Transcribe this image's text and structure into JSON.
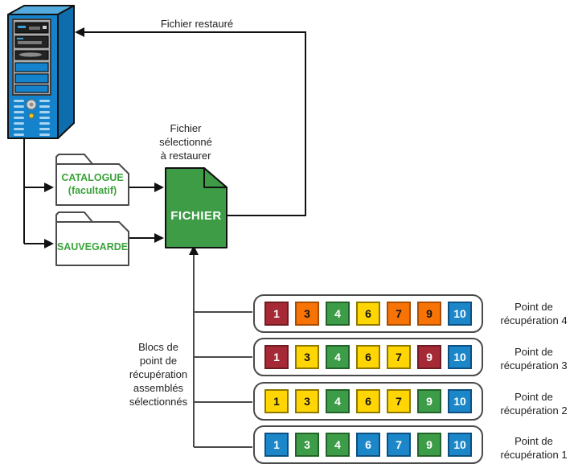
{
  "labels": {
    "restored_file": "Fichier restauré",
    "selected_file_lines": [
      "Fichier",
      "sélectionné",
      "à restaurer"
    ],
    "assembled_blocks_lines": [
      "Blocs de",
      "point de",
      "récupération",
      "assemblés",
      "sélectionnés"
    ]
  },
  "icons": {
    "server": "server-tower-icon",
    "folder": "folder-icon",
    "document": "file-document-icon"
  },
  "folders": [
    {
      "id": "catalogue",
      "line1": "CATALOGUE",
      "line2": "(facultatif)"
    },
    {
      "id": "sauvegarde",
      "line1": "SAUVEGARDE",
      "line2": ""
    }
  ],
  "document": {
    "label": "FICHIER"
  },
  "recovery_points": [
    {
      "label_lines": [
        "Point de",
        "récupération 4"
      ],
      "blocks": [
        {
          "value": "1",
          "color": "darkred"
        },
        {
          "value": "3",
          "color": "orange"
        },
        {
          "value": "4",
          "color": "green"
        },
        {
          "value": "6",
          "color": "yellow"
        },
        {
          "value": "7",
          "color": "orange"
        },
        {
          "value": "9",
          "color": "orange"
        },
        {
          "value": "10",
          "color": "blue"
        }
      ]
    },
    {
      "label_lines": [
        "Point de",
        "récupération 3"
      ],
      "blocks": [
        {
          "value": "1",
          "color": "darkred"
        },
        {
          "value": "3",
          "color": "yellow"
        },
        {
          "value": "4",
          "color": "green"
        },
        {
          "value": "6",
          "color": "yellow"
        },
        {
          "value": "7",
          "color": "yellow"
        },
        {
          "value": "9",
          "color": "darkred"
        },
        {
          "value": "10",
          "color": "blue"
        }
      ]
    },
    {
      "label_lines": [
        "Point de",
        "récupération 2"
      ],
      "blocks": [
        {
          "value": "1",
          "color": "yellow"
        },
        {
          "value": "3",
          "color": "yellow"
        },
        {
          "value": "4",
          "color": "green"
        },
        {
          "value": "6",
          "color": "yellow"
        },
        {
          "value": "7",
          "color": "yellow"
        },
        {
          "value": "9",
          "color": "green"
        },
        {
          "value": "10",
          "color": "blue"
        }
      ]
    },
    {
      "label_lines": [
        "Point de",
        "récupération 1"
      ],
      "blocks": [
        {
          "value": "1",
          "color": "blue"
        },
        {
          "value": "3",
          "color": "green"
        },
        {
          "value": "4",
          "color": "green"
        },
        {
          "value": "6",
          "color": "blue"
        },
        {
          "value": "7",
          "color": "blue"
        },
        {
          "value": "9",
          "color": "green"
        },
        {
          "value": "10",
          "color": "blue"
        }
      ]
    }
  ],
  "palette": {
    "darkred": {
      "bg": "#A52A35",
      "border": "#6E1B22",
      "text": "#FFFFFF"
    },
    "orange": {
      "bg": "#F87306",
      "border": "#A84D02",
      "text": "#111111"
    },
    "green": {
      "bg": "#3D9C47",
      "border": "#226328",
      "text": "#FFFFFF"
    },
    "yellow": {
      "bg": "#FFD503",
      "border": "#8F7800",
      "text": "#111111"
    },
    "blue": {
      "bg": "#1B87C9",
      "border": "#0D4F80",
      "text": "#FFFFFF"
    }
  },
  "colors": {
    "arrow": "#111111",
    "container_border": "#4A4A4A",
    "folder_text": "#3AA33A",
    "document_fill": "#3E9C47",
    "server_blue": "#1583CB",
    "server_top": "#54ABDE",
    "server_side": "#0E6DAD"
  }
}
